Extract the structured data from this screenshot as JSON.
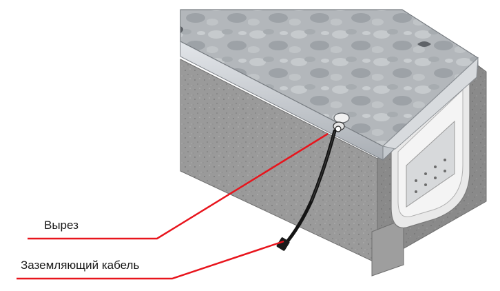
{
  "callouts": [
    {
      "id": "cut",
      "text": "Вырез"
    },
    {
      "id": "cable",
      "text": "Заземляющий кабель"
    }
  ],
  "colors": {
    "callout_line": "#e8141c",
    "concrete": "#9c9c9c",
    "grate": "#b4b8bc",
    "steel_edge": "#c9ced4",
    "cable": "#141414"
  }
}
